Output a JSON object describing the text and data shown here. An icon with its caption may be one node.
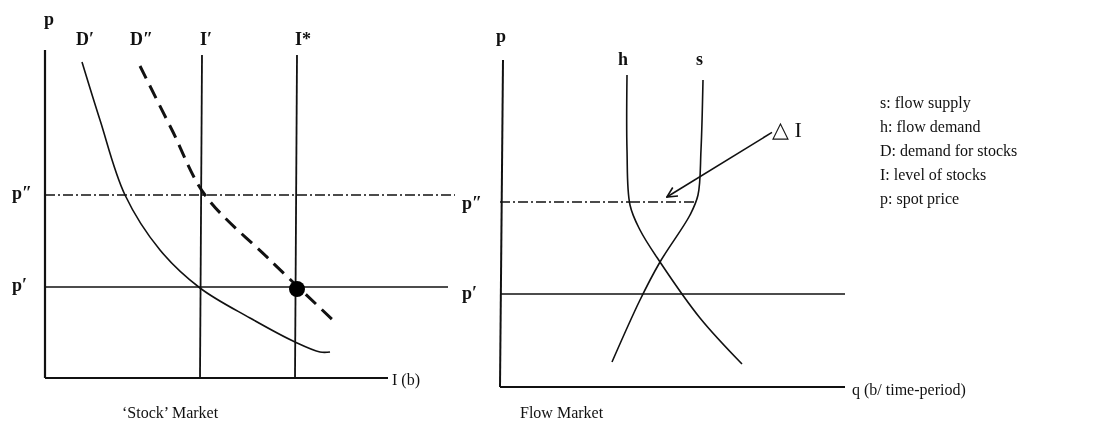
{
  "diagram": {
    "nodes": [
      {
        "text": [
          "△ I"
        ]
      },
      {
        "text": [],
        "shape": "line"
      }
    ],
    "edges": [
      {
        "from": 0,
        "to": 1,
        "arrow": "to"
      }
    ],
    "labels": [
      "p",
      "D′",
      "D″",
      "I′",
      "I*",
      "p″",
      "p′",
      "I (b)",
      "‘Stock’ Market",
      "p",
      "h",
      "s",
      "s: flow supply",
      "h: flow demand",
      "D: demand for stocks",
      "I: level of stocks",
      "p″",
      "p: spot price",
      "p′",
      "q  (b/ time-period)",
      "Flow Market"
    ]
  }
}
